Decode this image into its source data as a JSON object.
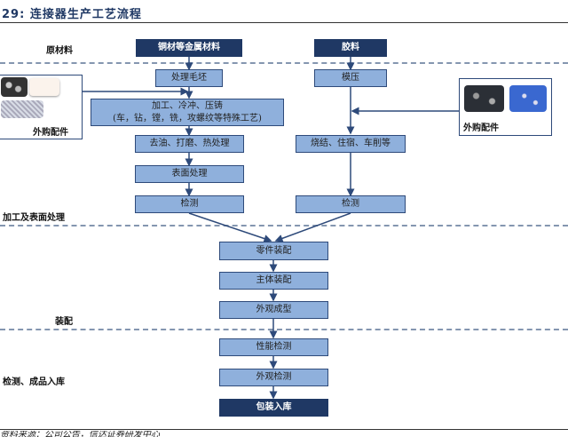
{
  "title": "29:  连接器生产工艺流程",
  "footnote": "资料来源：公司公告，信达证券研发中心",
  "stages": {
    "raw": "原材料",
    "processing": "加工及表面处理",
    "assembly": "装配",
    "inspection": "检测、成品入库"
  },
  "left_branch": {
    "source": "铜材等金属材料",
    "steps": [
      "处理毛坯",
      "加工、冷冲、压铸",
      "(车，钻，镗，铣，攻螺纹等特殊工艺)",
      "去油、打磨、热处理",
      "表面处理",
      "检测"
    ]
  },
  "right_branch": {
    "source": "胶料",
    "steps": [
      "模压",
      "烧结、住宿、车削等",
      "检测"
    ]
  },
  "purchased_parts": {
    "left_label": "外购配件",
    "right_label": "外购配件"
  },
  "merge_steps": [
    "零件装配",
    "主体装配",
    "外观成型"
  ],
  "final_steps": [
    "性能检测",
    "外观检测",
    "包装入库"
  ],
  "colors": {
    "dark_box": "#1f3864",
    "light_box": "#8fb0dc",
    "border": "#2e4a7a",
    "dash": "#8496b0"
  }
}
